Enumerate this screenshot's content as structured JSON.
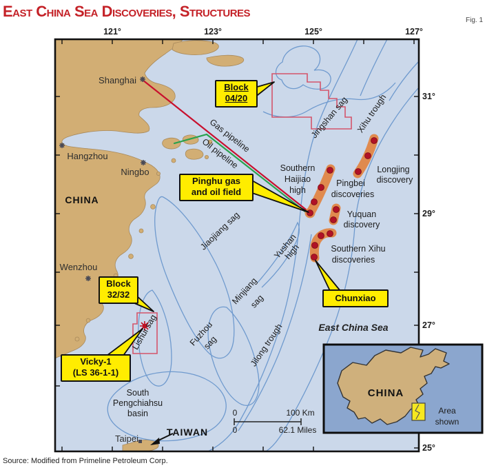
{
  "title": "East China Sea Discoveries, Structures",
  "figure_label": "Fig. 1",
  "source_note": "Source: Modified from Primeline Petroleum Corp.",
  "map": {
    "longitude_labels": [
      "121°",
      "123°",
      "125°",
      "127°"
    ],
    "latitude_labels": [
      "31°",
      "29°",
      "27°",
      "25°"
    ],
    "cities": {
      "shanghai": "Shanghai",
      "hangzhou": "Hangzhou",
      "ningbo": "Ningbo",
      "wenzhou": "Wenzhou",
      "taipei": "Taipei"
    },
    "regions": {
      "china": "CHINA",
      "taiwan": "TAIWAN",
      "east_china_sea": "East China Sea"
    },
    "pipelines": {
      "gas": "Gas pipeline",
      "oil": "Oil pipeline"
    },
    "features": {
      "jingshan_sag": "Jingshan sag",
      "xihu_trough": "Xihu trough",
      "jiaojiang_sag": "Jiaojiang sag",
      "yushan_high": [
        "Yushan",
        "high"
      ],
      "lishui_sag": "Lishui sag",
      "minjiang_sag": [
        "Minjiang",
        "sag"
      ],
      "fuzhou_sag": [
        "Fuzhou",
        "sag"
      ],
      "jilong_trough": "Jilong trough",
      "south_pengchiahsu_basin": [
        "South",
        "Pengchiahsu",
        "basin"
      ]
    },
    "discoveries": {
      "southern_haijiao_high": [
        "Southern",
        "Haijiao",
        "high"
      ],
      "pingbei": [
        "Pingbei",
        "discoveries"
      ],
      "longjing": [
        "Longjing",
        "discovery"
      ],
      "yuquan": [
        "Yuquan",
        "discovery"
      ],
      "southern_xihu": [
        "Southern Xihu",
        "discoveries"
      ]
    },
    "callouts": {
      "block_0420": [
        "Block",
        "04/20"
      ],
      "pinghu": [
        "Pinghu gas",
        "and oil field"
      ],
      "block_3232": [
        "Block",
        "32/32"
      ],
      "vicky": [
        "Vicky-1",
        "(LS 36-1-1)"
      ],
      "chunxiao": "Chunxiao"
    },
    "scale_bar": {
      "km_start": "0",
      "km_end": "100 Km",
      "miles_start": "0",
      "miles_end": "62.1 Miles"
    }
  },
  "inset": {
    "label": "CHINA",
    "area_shown": [
      "Area",
      "shown"
    ]
  },
  "colors": {
    "title_red": "#c42127",
    "sea": "#cbd8ea",
    "land": "#d2ae74",
    "contour": "#6f9ace",
    "callout_yellow": "#ffed00",
    "pipeline_gas": "#c8102e",
    "pipeline_oil": "#2aa14e",
    "discovery_orange": "#e08a4e",
    "discovery_dot": "#b01226",
    "block_outline": "#d4546a",
    "inset_background": "#8ba6ce"
  }
}
